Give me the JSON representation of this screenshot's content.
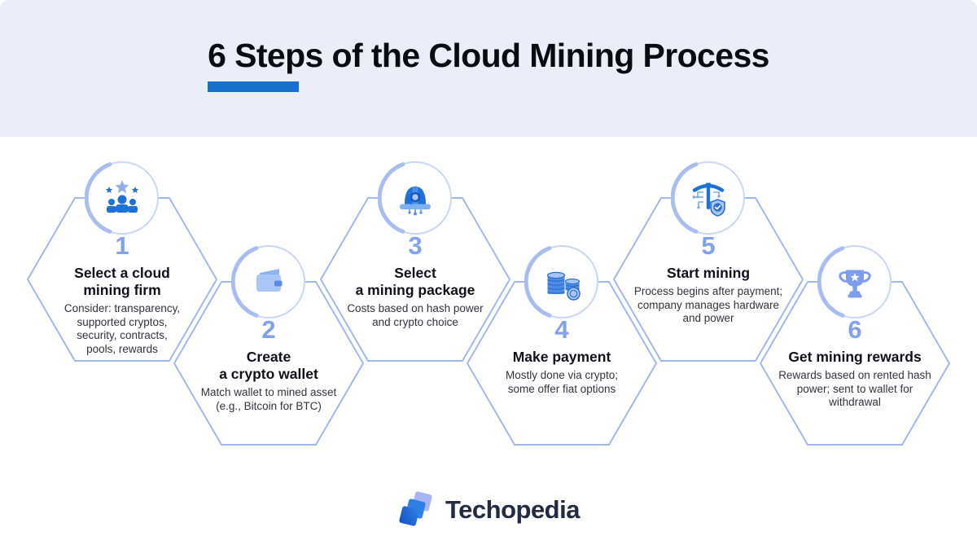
{
  "header": {
    "title": "6 Steps of the Cloud Mining Process"
  },
  "steps": [
    {
      "number": "1",
      "title": "Select a cloud\nmining firm",
      "description": "Consider: transparency,\nsupported cryptos,\nsecurity, contracts,\npools, rewards",
      "icon": "team-stars-icon"
    },
    {
      "number": "2",
      "title": "Create\na crypto wallet",
      "description": "Match wallet to mined asset\n(e.g., Bitcoin for BTC)",
      "icon": "wallet-icon"
    },
    {
      "number": "3",
      "title": "Select\na mining package",
      "description": "Costs based on hash power\nand crypto choice",
      "icon": "mining-helmet-icon"
    },
    {
      "number": "4",
      "title": "Make payment",
      "description": "Mostly done via crypto;\nsome offer fiat options",
      "icon": "coins-icon"
    },
    {
      "number": "5",
      "title": "Start mining",
      "description": "Process begins after payment;\ncompany manages hardware\nand power",
      "icon": "pickaxe-shield-icon"
    },
    {
      "number": "6",
      "title": "Get mining rewards",
      "description": "Rewards based on rented hash\npower; sent to wallet for\nwithdrawal",
      "icon": "trophy-icon"
    }
  ],
  "footer": {
    "brand": "Techopedia"
  },
  "colors": {
    "header_bg": "#E9EEF9",
    "accent_underline": "#1571CD",
    "hexagon_border": "#A2B7F0",
    "step_number": "#82A0EC",
    "icon_blue": "#1C72D8",
    "icon_light_blue": "#A9C6F6",
    "icon_mid_blue": "#4D8DE8",
    "icon_periwinkle": "#7F9DF0",
    "brand_navy": "#242B45"
  }
}
